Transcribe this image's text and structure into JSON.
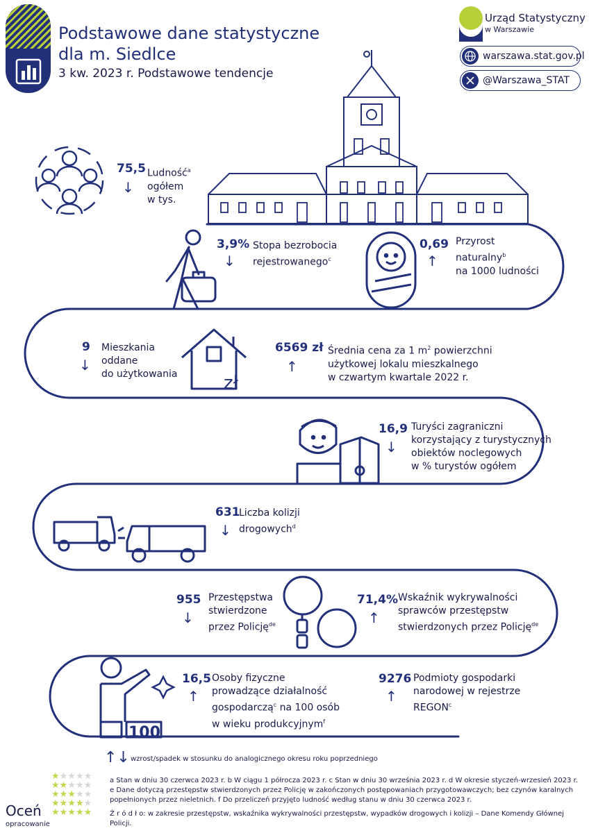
{
  "header": {
    "title_line1": "Podstawowe dane statystyczne",
    "title_line2": "dla m. Siedlce",
    "subtitle": "3 kw. 2023 r. Podstawowe tendencje",
    "org_name": "Urząd Statystyczny",
    "org_sub": "w Warszawie",
    "website": "warszawa.stat.gov.pl",
    "twitter": "@Warszawa_STAT"
  },
  "stats": {
    "population": {
      "value": "75,5",
      "label1": "Ludność",
      "sup": "a",
      "label2": "ogółem",
      "label3": "w tys.",
      "trend": "down"
    },
    "unemployment": {
      "value": "3,9%",
      "label1": "Stopa bezrobocia",
      "label2": "rejestrowanego",
      "sup": "c",
      "trend": "down"
    },
    "natural_growth": {
      "value": "0,69",
      "label1": "Przyrost",
      "label2": "naturalny",
      "sup": "b",
      "label3": "na 1000 ludności",
      "trend": "up"
    },
    "dwellings": {
      "value": "9",
      "label1": "Mieszkania",
      "label2": "oddane",
      "label3": "do użytkowania",
      "trend": "down"
    },
    "price": {
      "value": "6569 zł",
      "label1": "Średnia cena za 1 m",
      "sq": "2",
      "label1b": " powierzchni",
      "label2": "użytkowej lokalu mieszkalnego",
      "label3": "w czwartym kwartale 2022 r.",
      "trend": "up"
    },
    "tourists": {
      "value": "16,9",
      "label1": "Turyści zagraniczni",
      "label2": "korzystający z turystycznych",
      "label3": "obiektów noclegowych",
      "label4": "w % turystów ogółem",
      "trend": "down"
    },
    "collisions": {
      "value": "631",
      "label1": "Liczba kolizji",
      "label2": "drogowych",
      "sup": "d",
      "trend": "down"
    },
    "crimes": {
      "value": "955",
      "label1": "Przestępstwa",
      "label2": "stwierdzone",
      "label3": "przez Policję",
      "sup": "de",
      "trend": "down"
    },
    "detection": {
      "value": "71,4%",
      "label1": "Wskaźnik wykrywalności",
      "label2": "sprawców przestępstw",
      "label3": "stwierdzonych przez Policję",
      "sup": "de",
      "trend": "up"
    },
    "entrepreneurs": {
      "value": "16,5",
      "label1": "Osoby fizyczne",
      "label2": "prowadzące działalność",
      "label3": "gospodarczą",
      "sup3": "c",
      "label3b": " na 100 osób",
      "label4": "w wieku produkcyjnym",
      "sup4": "f",
      "trend": "up"
    },
    "regon": {
      "value": "9276",
      "label1": "Podmioty gospodarki",
      "label2": "narodowej w rejestrze",
      "label3": "REGON",
      "sup": "c",
      "trend": "up"
    }
  },
  "podium_label": "100",
  "zl_label": "zł",
  "legend": "wzrost/spadek w stosunku do analogicznego okresu roku poprzedniego",
  "footnotes": {
    "line1": "a Stan w dniu 30 czerwca 2023 r. b W ciągu 1 półrocza 2023 r. c Stan w dniu 30 września 2023 r. d W okresie styczeń-wrzesień 2023 r.",
    "line2": "e Dane dotyczą przestępstw stwierdzonych przez Policję w zakończonych postępowaniach przygotowawczych; bez czynów karalnych",
    "line3": "popełnionych przez nieletnich. f Do przeliczeń przyjęto ludność według stanu w dniu 30 czerwca 2023 r.",
    "source": "Ź r ó d ł o: w zakresie przestępstw, wskaźnika wykrywalności przestępstw, wypadków drogowych i kolizji – Dane Komendy Głównej Policji."
  },
  "rating": {
    "title": "Oceń",
    "subtitle": "opracowanie"
  },
  "colors": {
    "navy": "#22307a",
    "lime": "#b8cf3a"
  },
  "icons": [
    "globe-icon",
    "x-logo-icon",
    "people-icon",
    "person-suitcase-icon",
    "baby-icon",
    "house-icon",
    "tourist-map-icon",
    "trucks-collision-icon",
    "handcuffs-icon",
    "podium-person-icon",
    "sparkle-icon",
    "chart-icon"
  ]
}
